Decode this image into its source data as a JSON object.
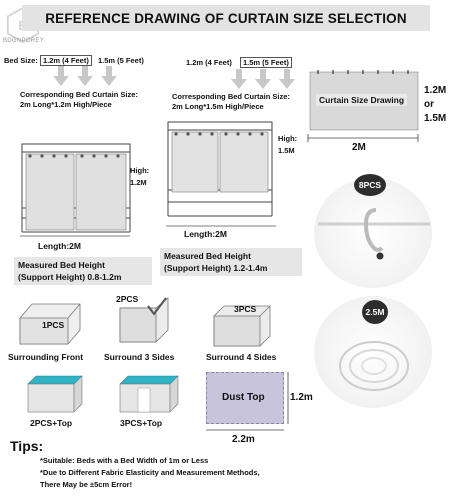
{
  "header": {
    "title": "REFERENCE DRAWING OF CURTAIN SIZE SELECTION",
    "logo_text": "BDGNPOREY"
  },
  "left_panel": {
    "size_label": "Bed Size:",
    "option_1": "1.2m (4 Feet)",
    "option_2": "1.5m (5 Feet)",
    "corresponding_title": "Corresponding Bed Curtain Size:",
    "corresponding_value": "2m Long*1.2m High/Piece",
    "high_label": "High:",
    "high_value": "1.2M",
    "length_label": "Length:2M",
    "measured_title": "Measured Bed Height",
    "measured_value": "(Support Height) 0.8-1.2m"
  },
  "middle_panel": {
    "option_1": "1.2m (4 Feet)",
    "option_2": "1.5m (5 Feet)",
    "corresponding_title": "Corresponding Bed Curtain Size:",
    "corresponding_value": "2m Long*1.5m High/Piece",
    "high_label": "High:",
    "high_value": "1.5M",
    "length_label": "Length:2M",
    "measured_title": "Measured Bed Height",
    "measured_value": "(Support Height) 1.2-1.4m"
  },
  "right_panel": {
    "drawing_label": "Curtain Size Drawing",
    "height_1": "1.2M",
    "height_or": "or",
    "height_2": "1.5M",
    "width": "2M",
    "hooks_badge": "8PCS",
    "roll_badge": "2.5M"
  },
  "configs": {
    "front_badge": "1PCS",
    "front_label": "Surrounding Front",
    "three_badge": "2PCS",
    "three_label": "Surround 3 Sides",
    "four_badge": "3PCS",
    "four_label": "Surround 4 Sides",
    "top2_label": "2PCS+Top",
    "top3_label": "3PCS+Top"
  },
  "dust_top": {
    "label": "Dust Top",
    "height": "1.2m",
    "width": "2.2m"
  },
  "tips": {
    "title": "Tips:",
    "line_1": "*Suitable: Beds with a Bed Width of 1m or Less",
    "line_2": "*Due to Different Fabric Elasticity and Measurement Methods,",
    "line_3": "There May be ±5cm Error!"
  },
  "colors": {
    "header_bg": "#e3e3e3",
    "label_bg": "#e6e6e6",
    "curtain_gray": "#d9d9d9",
    "teal_accent": "#2fb3c4",
    "dust_top_purple": "#c8c4dc",
    "badge_dark": "#2d2d2d"
  }
}
